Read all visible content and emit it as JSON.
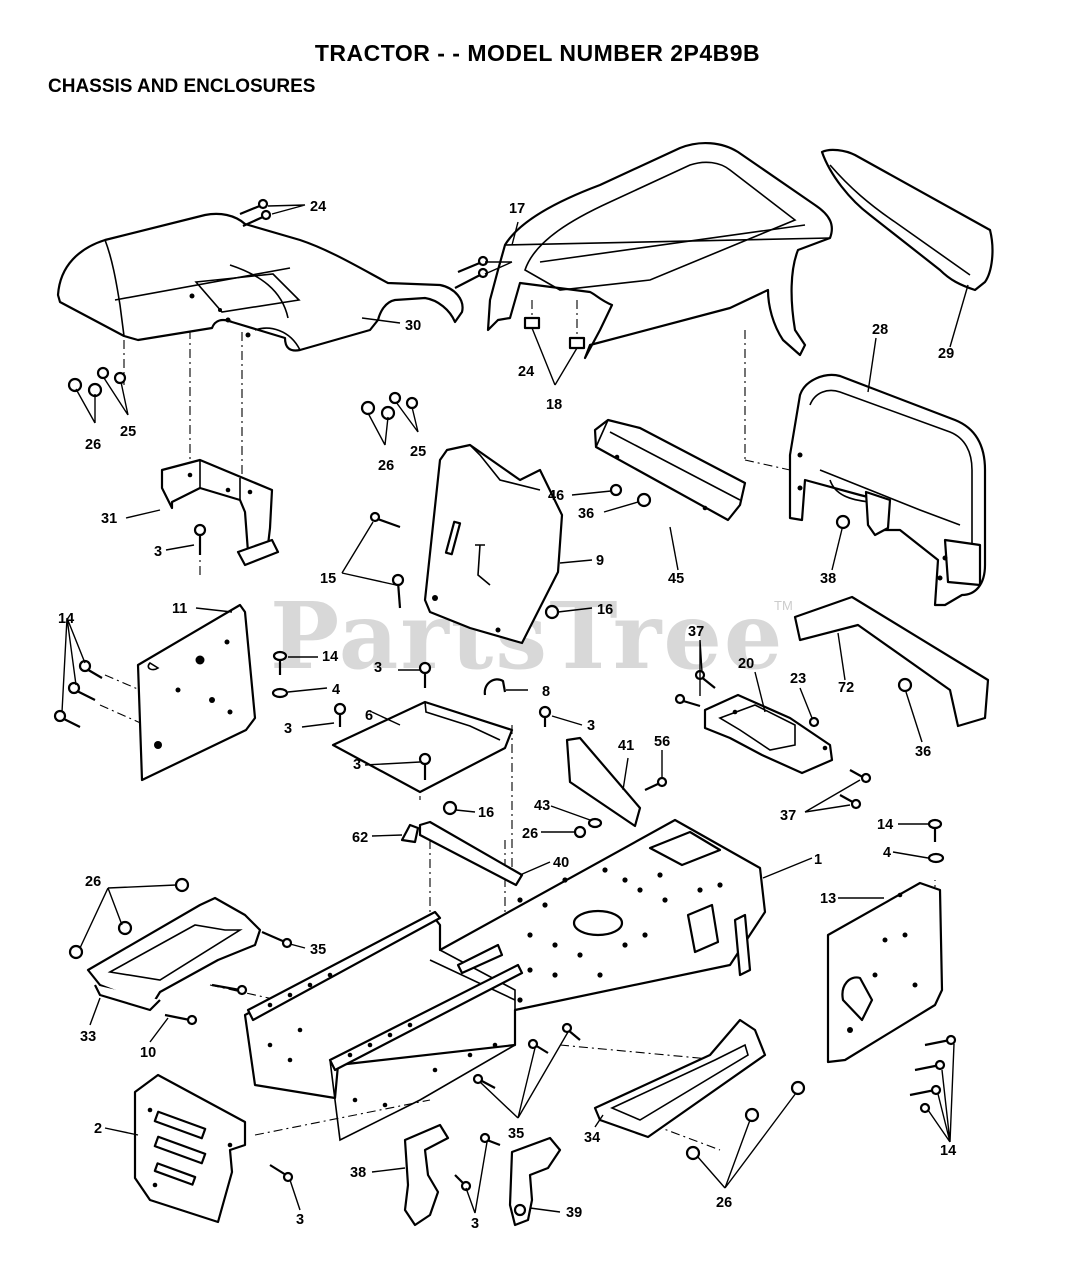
{
  "title": "TRACTOR - - MODEL NUMBER 2P4B9B",
  "subtitle": "CHASSIS AND ENCLOSURES",
  "watermark": "PartsTree",
  "watermark_mark": "TM",
  "callouts": [
    {
      "id": "c24a",
      "text": "24"
    },
    {
      "id": "c30",
      "text": "30"
    },
    {
      "id": "c25a",
      "text": "25"
    },
    {
      "id": "c26a",
      "text": "26"
    },
    {
      "id": "c24b",
      "text": "24"
    },
    {
      "id": "c26b",
      "text": "26"
    },
    {
      "id": "c25b",
      "text": "25"
    },
    {
      "id": "c17",
      "text": "17"
    },
    {
      "id": "c18",
      "text": "18"
    },
    {
      "id": "c29",
      "text": "29"
    },
    {
      "id": "c28",
      "text": "28"
    },
    {
      "id": "c31",
      "text": "31"
    },
    {
      "id": "c3a",
      "text": "3"
    },
    {
      "id": "c46",
      "text": "46"
    },
    {
      "id": "c36a",
      "text": "36"
    },
    {
      "id": "c45",
      "text": "45"
    },
    {
      "id": "c38a",
      "text": "38"
    },
    {
      "id": "c9",
      "text": "9"
    },
    {
      "id": "c15",
      "text": "15"
    },
    {
      "id": "c16a",
      "text": "16"
    },
    {
      "id": "c11",
      "text": "11"
    },
    {
      "id": "c14a",
      "text": "14"
    },
    {
      "id": "c14b",
      "text": "14"
    },
    {
      "id": "c4a",
      "text": "4"
    },
    {
      "id": "c3b",
      "text": "3"
    },
    {
      "id": "c8",
      "text": "8"
    },
    {
      "id": "c6",
      "text": "6"
    },
    {
      "id": "c3c",
      "text": "3"
    },
    {
      "id": "c3d",
      "text": "3"
    },
    {
      "id": "c3e",
      "text": "3"
    },
    {
      "id": "c37a",
      "text": "37"
    },
    {
      "id": "c20",
      "text": "20"
    },
    {
      "id": "c23",
      "text": "23"
    },
    {
      "id": "c72",
      "text": "72"
    },
    {
      "id": "c36b",
      "text": "36"
    },
    {
      "id": "c41",
      "text": "41"
    },
    {
      "id": "c56",
      "text": "56"
    },
    {
      "id": "c43",
      "text": "43"
    },
    {
      "id": "c26c",
      "text": "26"
    },
    {
      "id": "c16b",
      "text": "16"
    },
    {
      "id": "c62",
      "text": "62"
    },
    {
      "id": "c40",
      "text": "40"
    },
    {
      "id": "c37b",
      "text": "37"
    },
    {
      "id": "c14c",
      "text": "14"
    },
    {
      "id": "c4b",
      "text": "4"
    },
    {
      "id": "c1",
      "text": "1"
    },
    {
      "id": "c13",
      "text": "13"
    },
    {
      "id": "c26d",
      "text": "26"
    },
    {
      "id": "c35a",
      "text": "35"
    },
    {
      "id": "c33",
      "text": "33"
    },
    {
      "id": "c10",
      "text": "10"
    },
    {
      "id": "c2",
      "text": "2"
    },
    {
      "id": "c3f",
      "text": "3"
    },
    {
      "id": "c35b",
      "text": "35"
    },
    {
      "id": "c34",
      "text": "34"
    },
    {
      "id": "c38b",
      "text": "38"
    },
    {
      "id": "c3g",
      "text": "3"
    },
    {
      "id": "c39",
      "text": "39"
    },
    {
      "id": "c26e",
      "text": "26"
    },
    {
      "id": "c14d",
      "text": "14"
    }
  ]
}
